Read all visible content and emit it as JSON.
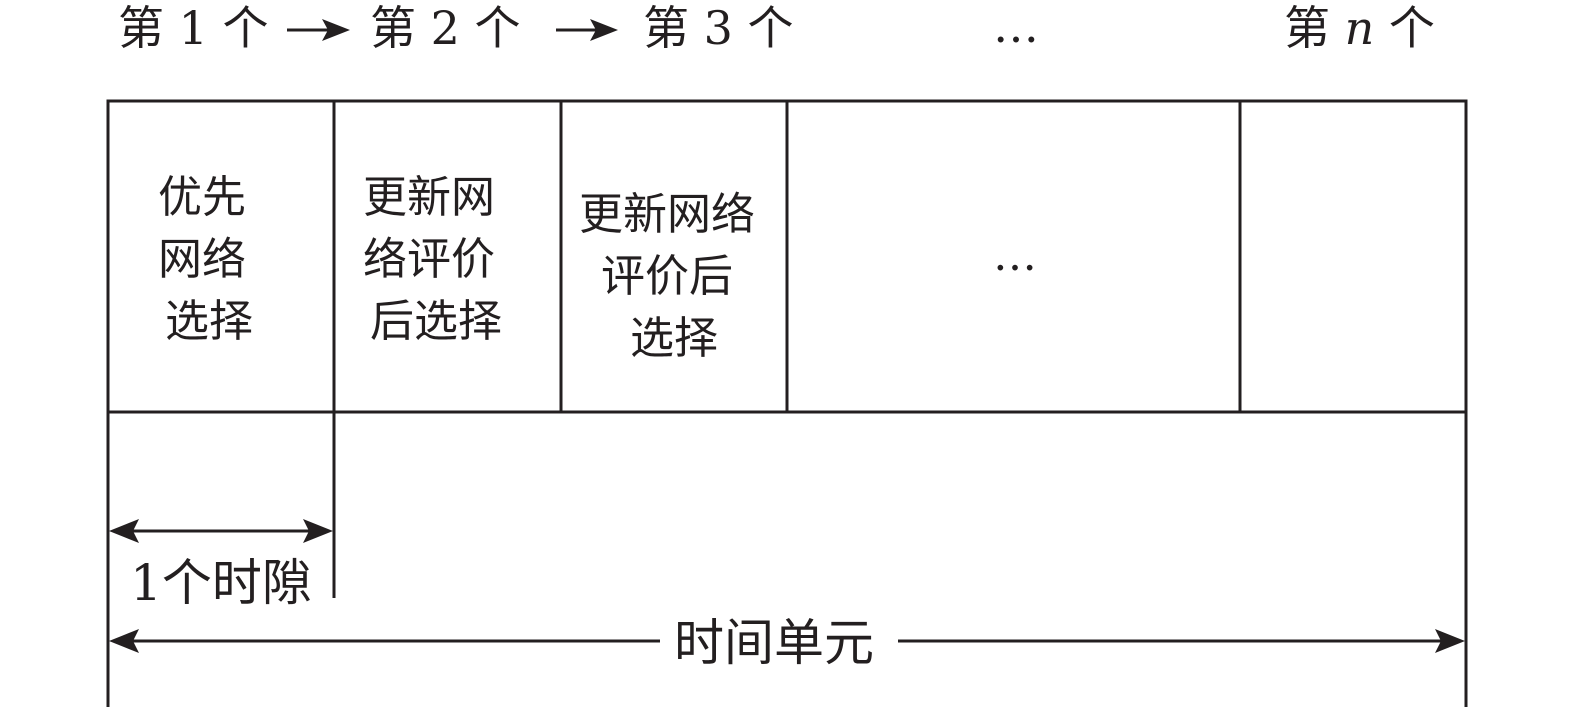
{
  "sequence": {
    "first": "第 1 个",
    "second": "第 2 个",
    "third": "第 3 个",
    "ellipsis": "…",
    "nth_prefix": "第 ",
    "nth_var": "n",
    "nth_suffix": " 个"
  },
  "cells": {
    "c1": [
      "优先",
      "网络",
      "选择"
    ],
    "c2": [
      "更新网",
      "络评价",
      "后选择"
    ],
    "c3": [
      "更新网络",
      "评价后",
      "选择"
    ],
    "c4": "…",
    "c5": ""
  },
  "timeslot_label": "1个时隙",
  "time_unit_label": "时间单元",
  "colors": {
    "ink": "#231f20",
    "background": "#ffffff"
  }
}
